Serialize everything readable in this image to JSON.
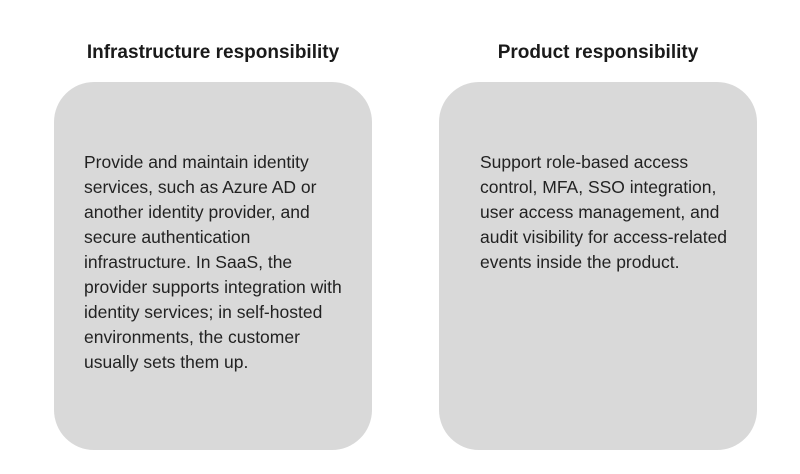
{
  "columns": [
    {
      "title": "Infrastructure responsibility",
      "body": "Provide and maintain identity services, such as Azure AD or another identity provider, and secure authentication infrastructure. In SaaS, the provider supports integration with identity services; in self-hosted environments, the customer usually sets them up."
    },
    {
      "title": "Product responsibility",
      "body": "Support role-based access control, MFA, SSO integration, user access management, and audit visibility for access-related events inside the product."
    }
  ],
  "colors": {
    "card_background": "#d9d9d9",
    "text": "#1a1a1a",
    "page_background": "#ffffff"
  }
}
